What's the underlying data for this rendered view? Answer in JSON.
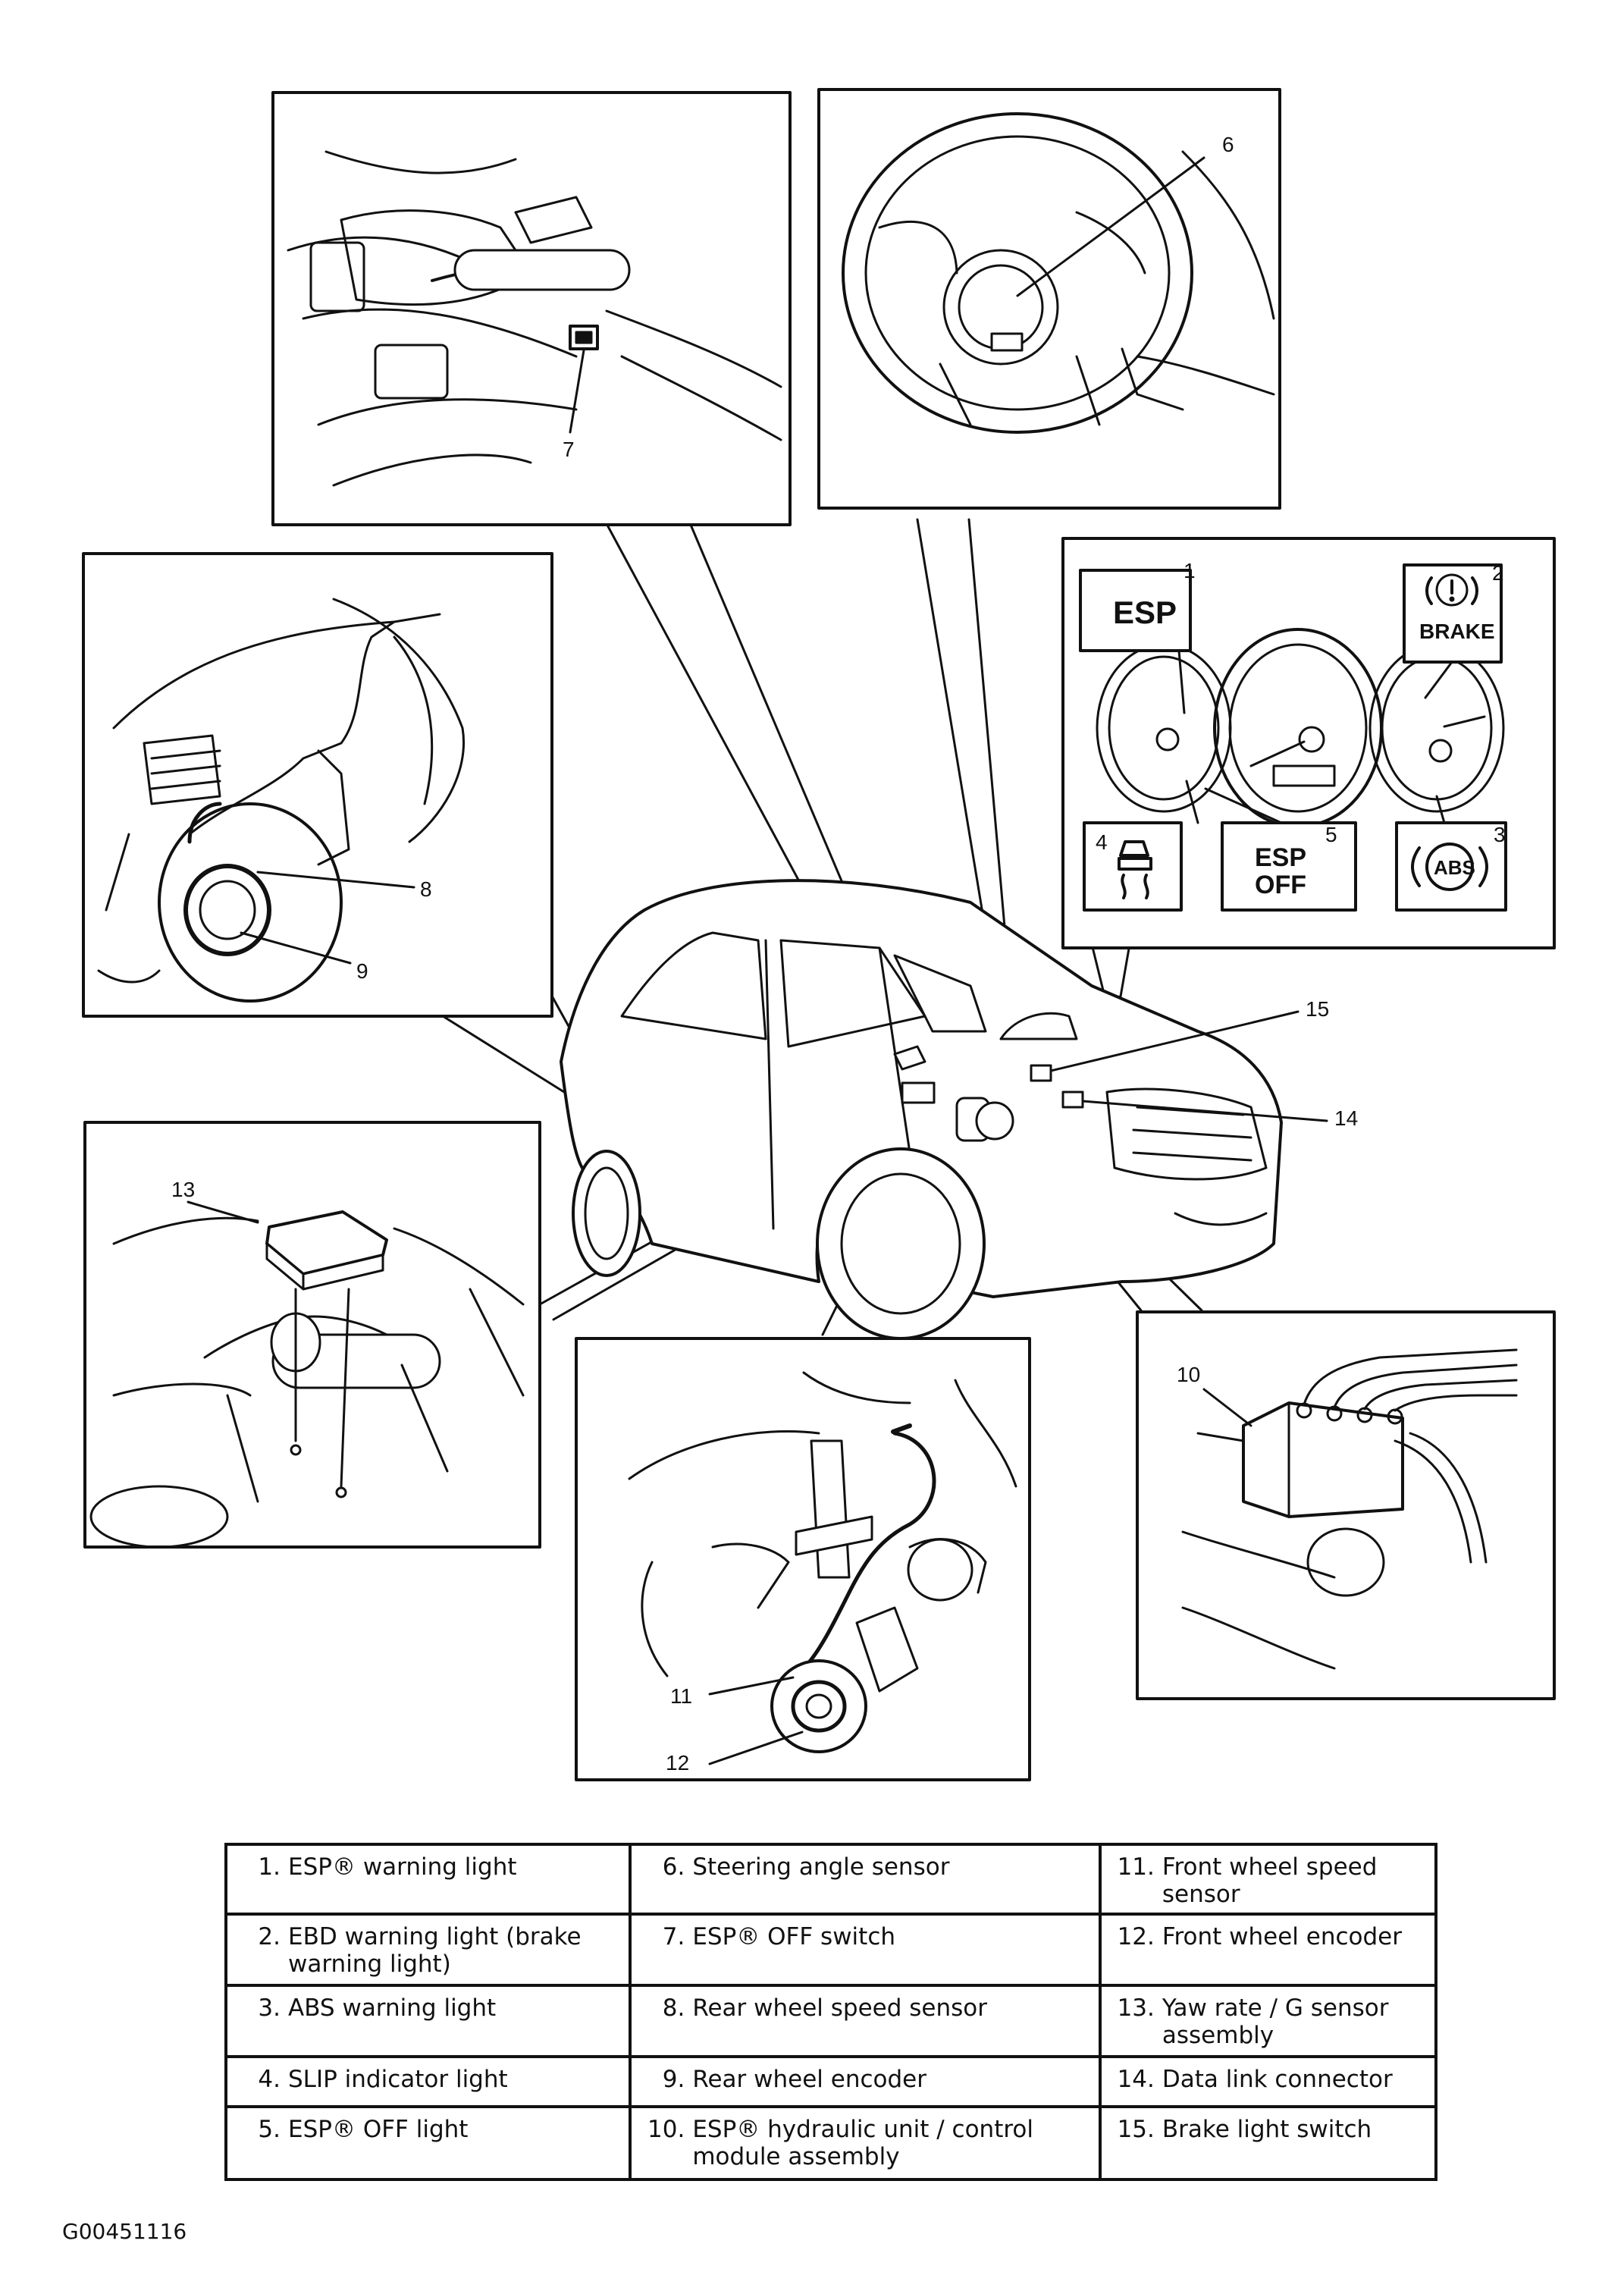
{
  "figure_id": "G00451116",
  "callouts": {
    "c1": "1",
    "c2": "2",
    "c3": "3",
    "c4": "4",
    "c5": "5",
    "c6": "6",
    "c7": "7",
    "c8": "8",
    "c9": "9",
    "c10": "10",
    "c11": "11",
    "c12": "12",
    "c13": "13",
    "c14": "14",
    "c15": "15"
  },
  "indicators": {
    "esp": "ESP",
    "brake": "BRAKE",
    "abs": "ABS",
    "esp_off_line1": "ESP",
    "esp_off_line2": "OFF"
  },
  "legend": [
    {
      "num": "1.",
      "text": "ESP® warning light"
    },
    {
      "num": "2.",
      "text": "EBD warning light (brake warning light)"
    },
    {
      "num": "3.",
      "text": "ABS warning light"
    },
    {
      "num": "4.",
      "text": "SLIP indicator light"
    },
    {
      "num": "5.",
      "text": "ESP® OFF light"
    },
    {
      "num": "6.",
      "text": "Steering angle sensor"
    },
    {
      "num": "7.",
      "text": "ESP® OFF switch"
    },
    {
      "num": "8.",
      "text": "Rear wheel speed sensor"
    },
    {
      "num": "9.",
      "text": "Rear wheel encoder"
    },
    {
      "num": "10.",
      "text": "ESP® hydraulic unit / control module assembly"
    },
    {
      "num": "11.",
      "text": "Front wheel speed sensor"
    },
    {
      "num": "12.",
      "text": "Front wheel encoder"
    },
    {
      "num": "13.",
      "text": "Yaw rate / G sensor assembly"
    },
    {
      "num": "14.",
      "text": "Data link connector"
    },
    {
      "num": "15.",
      "text": "Brake light switch"
    }
  ]
}
